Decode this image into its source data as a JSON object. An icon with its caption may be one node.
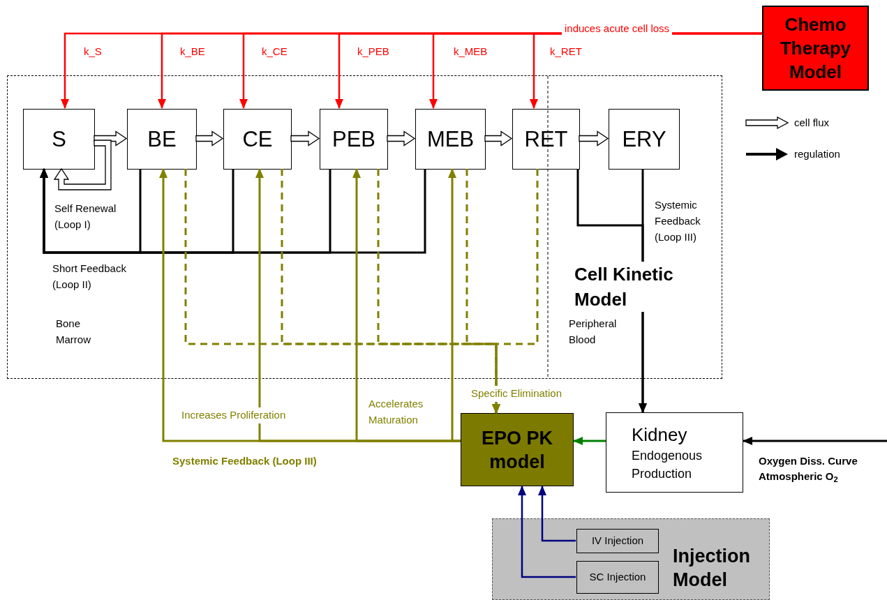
{
  "diagram": {
    "nodes": [
      {
        "text": [
          "Chemo Therapy Model"
        ]
      },
      {
        "text": [
          "Cell Kinetic Model"
        ]
      },
      {
        "text": [
          "S"
        ],
        "in": 1
      },
      {
        "text": [
          "BE"
        ],
        "in": 1
      },
      {
        "text": [
          "CE"
        ],
        "in": 1
      },
      {
        "text": [
          "PEB"
        ],
        "in": 1
      },
      {
        "text": [
          "MEB"
        ],
        "in": 1
      },
      {
        "text": [
          "RET"
        ],
        "in": 1
      },
      {
        "text": [
          "ERY"
        ],
        "in": 1
      },
      {
        "text": [
          "EPO PK model"
        ]
      },
      {
        "text": [
          "Kidney",
          "Endogenous Production"
        ]
      },
      {
        "text": [
          "Injection Model"
        ]
      },
      {
        "text": [
          "IV Injection"
        ],
        "in": 11
      },
      {
        "text": [
          "SC Injection"
        ],
        "in": 11
      }
    ],
    "edges": [
      {
        "from": 0,
        "to": 2,
        "arrow": "to",
        "label": "k_S",
        "color": "#ff0000"
      },
      {
        "from": 0,
        "to": 3,
        "arrow": "to",
        "label": "k_BE",
        "color": "#ff0000"
      },
      {
        "from": 0,
        "to": 4,
        "arrow": "to",
        "label": "k_CE",
        "color": "#ff0000"
      },
      {
        "from": 0,
        "to": 5,
        "arrow": "to",
        "label": "k_PEB",
        "color": "#ff0000"
      },
      {
        "from": 0,
        "to": 6,
        "arrow": "to",
        "label": "k_MEB",
        "color": "#ff0000"
      },
      {
        "from": 0,
        "to": 7,
        "arrow": "to",
        "label": "k_RET",
        "color": "#ff0000"
      },
      {
        "from": 2,
        "to": 3,
        "arrow": "to",
        "style": "thick"
      },
      {
        "from": 3,
        "to": 4,
        "arrow": "to",
        "style": "thick"
      },
      {
        "from": 4,
        "to": 5,
        "arrow": "to",
        "style": "thick"
      },
      {
        "from": 5,
        "to": 6,
        "arrow": "to",
        "style": "thick"
      },
      {
        "from": 6,
        "to": 7,
        "arrow": "to",
        "style": "thick"
      },
      {
        "from": 7,
        "to": 8,
        "arrow": "to",
        "style": "thick"
      },
      {
        "from": 2,
        "to": 2,
        "arrow": "to",
        "style": "thick"
      },
      {
        "from": 3,
        "to": 2,
        "arrow": "to",
        "color": "#000000"
      },
      {
        "from": 4,
        "to": 2,
        "arrow": "to",
        "color": "#000000"
      },
      {
        "from": 5,
        "to": 2,
        "arrow": "to",
        "color": "#000000"
      },
      {
        "from": 6,
        "to": 2,
        "arrow": "to",
        "color": "#000000"
      },
      {
        "from": 7,
        "to": 10,
        "arrow": "to",
        "color": "#000000"
      },
      {
        "from": 8,
        "to": 10,
        "arrow": "to",
        "color": "#000000"
      },
      {
        "from": 10,
        "to": 9,
        "arrow": "to",
        "color": "#008000"
      },
      {
        "from": null,
        "to": 10,
        "arrow": "to",
        "label": "Oxygen Diss. Curve Atmospheric O$_{2}$",
        "color": "#000000"
      },
      {
        "from": 9,
        "to": 3,
        "arrow": "to",
        "color": "#808000"
      },
      {
        "from": 9,
        "to": 4,
        "arrow": "to",
        "color": "#808000"
      },
      {
        "from": 9,
        "to": 5,
        "arrow": "to",
        "color": "#808000"
      },
      {
        "from": 9,
        "to": 6,
        "arrow": "to",
        "color": "#808000"
      },
      {
        "from": 3,
        "to": 9,
        "arrow": "to",
        "style": "dashed",
        "color": "#808000"
      },
      {
        "from": 4,
        "to": 9,
        "arrow": "to",
        "style": "dashed",
        "color": "#808000"
      },
      {
        "from": 5,
        "to": 9,
        "arrow": "to",
        "style": "dashed",
        "color": "#808000"
      },
      {
        "from": 6,
        "to": 9,
        "arrow": "to",
        "style": "dashed",
        "color": "#808000"
      },
      {
        "from": 7,
        "to": 9,
        "arrow": "to",
        "style": "dashed",
        "color": "#808000"
      },
      {
        "from": 12,
        "to": 9,
        "arrow": "to",
        "color": "#000080"
      },
      {
        "from": 13,
        "to": 9,
        "arrow": "to",
        "color": "#000080"
      }
    ],
    "labels": [
      "induces acute cell loss",
      "Self Renewal (Loop I)",
      "Short Feedback (Loop II)",
      "Bone Marrow",
      "Peripheral Blood",
      "Systemic Feedback (Loop III)",
      "Increases Proliferation",
      "Accelerates Maturation",
      "Specific Elimination",
      "Systemic Feedback (Loop III)"
    ],
    "legend": [
      {
        "text": "cell flux"
      },
      {
        "text": "regulation"
      }
    ]
  }
}
